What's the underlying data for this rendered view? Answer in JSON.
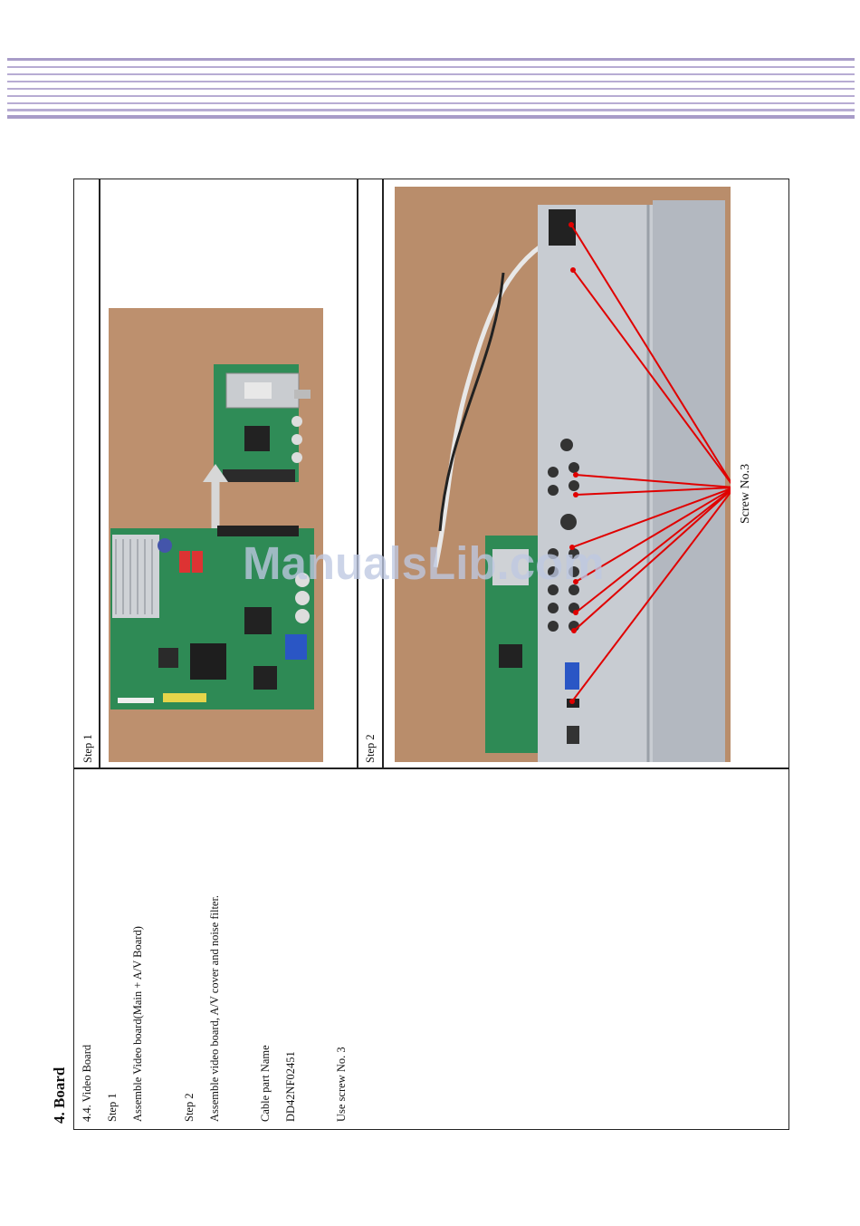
{
  "header": {
    "title": "4. Board"
  },
  "left_text": {
    "section": "4.4. Video Board",
    "step1_label": "Step 1",
    "step1_desc": "Assemble Video board(Main + A/V Board)",
    "step2_label": "Step 2",
    "step2_desc": "Assemble video board, A/V cover and noise filter.",
    "cable_label": "Cable part Name",
    "cable_value": "DD42NF02451",
    "screw_note": "Use screw No. 3"
  },
  "panels": {
    "step1_caption": "Step 1",
    "step2_caption": "Step 2",
    "screw_callout": "Screw  No.3"
  },
  "watermark": "ManualsLib.com",
  "colors": {
    "stripe": "#b7acd3",
    "arrow": "#e00000",
    "photo_bg": "#b98d6b",
    "pcb": "#2e8a55"
  }
}
